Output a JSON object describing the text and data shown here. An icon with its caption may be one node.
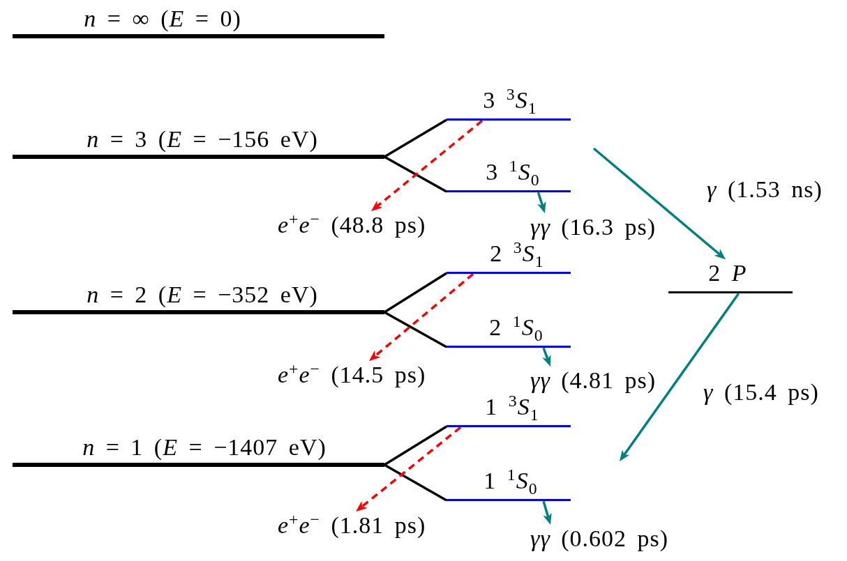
{
  "diagram": {
    "nodes": [
      {
        "text": [
          "*n* = ∞ (*E* = 0)"
        ]
      },
      {
        "text": [
          "*n* = 3 (*E* = −156 eV)"
        ]
      },
      {
        "text": [
          "3 $^{3}$*S*$_{1}$"
        ]
      },
      {
        "text": [
          "3 $^{1}$*S*$_{0}$"
        ]
      },
      {
        "text": [
          "*e*$^{+}$*e*$^{−}$ (48.8 ps)"
        ]
      },
      {
        "text": [
          "*γγ* (16.3 ps)"
        ]
      },
      {
        "text": [
          "*n* = 2 (*E* = −352 eV)"
        ]
      },
      {
        "text": [
          "2 $^{3}$*S*$_{1}$"
        ]
      },
      {
        "text": [
          "2 $^{1}$*S*$_{0}$"
        ]
      },
      {
        "text": [
          "2 *P*"
        ]
      },
      {
        "text": [
          "*e*$^{+}$*e*$^{−}$ (14.5 ps)"
        ]
      },
      {
        "text": [
          "*γγ* (4.81 ps)"
        ]
      },
      {
        "text": [
          "*n* = 1 (*E* = −1407 eV)"
        ]
      },
      {
        "text": [
          "1 $^{3}$*S*$_{1}$"
        ]
      },
      {
        "text": [
          "1 $^{1}$*S*$_{0}$"
        ]
      },
      {
        "text": [
          "*e*$^{+}$*e*$^{−}$ (1.81 ps)"
        ]
      },
      {
        "text": [
          "*γγ* (0.602 ps)"
        ]
      }
    ],
    "edges": [
      {
        "from": 1,
        "to": 2,
        "arrow": "none"
      },
      {
        "from": 1,
        "to": 3,
        "arrow": "none"
      },
      {
        "from": 2,
        "to": 4,
        "arrow": "to",
        "style": "dashed",
        "color": "#ff0000"
      },
      {
        "from": 3,
        "to": 5,
        "arrow": "to",
        "color": "#008080"
      },
      {
        "from": null,
        "to": 9,
        "arrow": "to",
        "label": "*γ* (1.53 ns)",
        "color": "#008080"
      },
      {
        "from": 6,
        "to": 7,
        "arrow": "none"
      },
      {
        "from": 6,
        "to": 8,
        "arrow": "none"
      },
      {
        "from": 7,
        "to": 10,
        "arrow": "to",
        "style": "dashed",
        "color": "#ff0000"
      },
      {
        "from": 8,
        "to": 11,
        "arrow": "to",
        "color": "#008080"
      },
      {
        "from": 9,
        "to": null,
        "arrow": "to",
        "label": "*γ* (15.4 ps)",
        "color": "#008080"
      },
      {
        "from": 12,
        "to": 13,
        "arrow": "none"
      },
      {
        "from": 12,
        "to": 14,
        "arrow": "none"
      },
      {
        "from": 13,
        "to": 15,
        "arrow": "to",
        "style": "dashed",
        "color": "#ff0000"
      },
      {
        "from": 14,
        "to": 16,
        "arrow": "to",
        "color": "#008080"
      }
    ]
  }
}
